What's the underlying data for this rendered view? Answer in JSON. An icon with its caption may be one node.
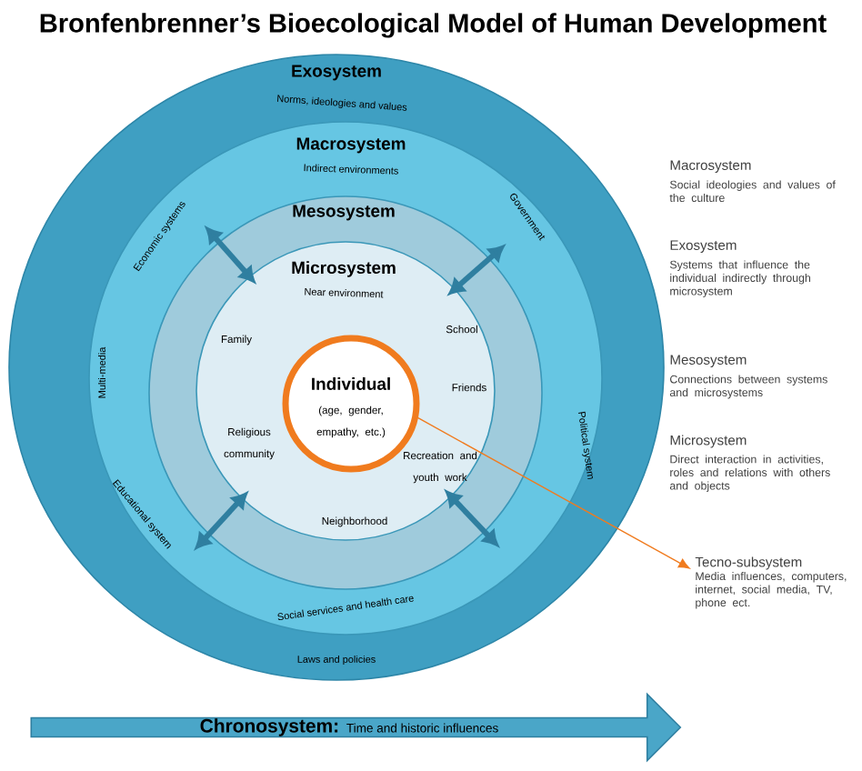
{
  "diagram": {
    "title": "Bronfenbrenner’s Bioecological Model of Human Development",
    "nodes": [
      {
        "text": [
          "Exosystem",
          "Norms, ideologies and values",
          "Laws and policies"
        ]
      },
      {
        "text": [
          "Macrosystem",
          "Indirect environments",
          "Economic systems",
          "Government",
          "Multi-media",
          "Political system",
          "Educational system",
          "Social services and health care"
        ],
        "in": 0
      },
      {
        "text": [
          "Mesosystem"
        ],
        "in": 1
      },
      {
        "text": [
          "Microsystem",
          "Near environment",
          "Family",
          "School",
          "Friends",
          "Religious community",
          "Recreation and youth work",
          "Neighborhood"
        ],
        "in": 2
      },
      {
        "text": [
          "Individual",
          "(age, gender, empathy, etc.)"
        ],
        "in": 3
      },
      {
        "text": [
          "Tecno-subsystem",
          "Media influences, computers, internet, social media, TV, phone ect."
        ]
      },
      {
        "text": [
          "Chronosystem:",
          "Time and historic influences"
        ]
      }
    ],
    "edges": [
      {
        "from": 2,
        "to": 3,
        "arrow": "both"
      },
      {
        "from": 2,
        "to": 3,
        "arrow": "both"
      },
      {
        "from": 2,
        "to": 3,
        "arrow": "both"
      },
      {
        "from": 2,
        "to": 3,
        "arrow": "both"
      },
      {
        "from": 4,
        "to": 5,
        "arrow": "to",
        "color": "#f07b1e"
      }
    ],
    "labels": [
      "Macrosystem",
      "Social ideologies and values of the culture",
      "Exosystem",
      "Systems that influence the individual indirectly through microsystem",
      "Mesosystem",
      "Connections between systems and microsystems",
      "Microsystem",
      "Direct interaction in activities, roles and relations with others and objects"
    ]
  }
}
